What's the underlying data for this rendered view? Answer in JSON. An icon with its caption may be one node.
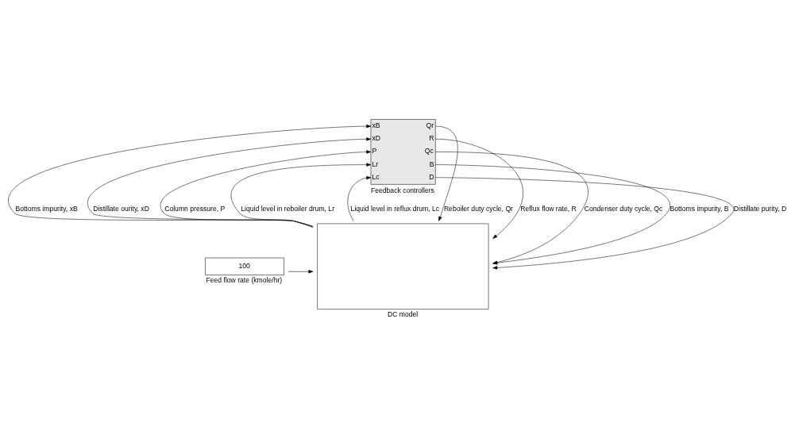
{
  "diagram": {
    "nodes": [
      {
        "text": [
          "xB",
          "xD",
          "P",
          "Lr",
          "Lc",
          "Qr",
          "R",
          "Qc",
          "B",
          "D",
          "Feedback controllers"
        ]
      },
      {
        "text": [
          "DC model"
        ]
      },
      {
        "text": [
          "100"
        ],
        "beside": [
          "Feed flow rate (kmole/hr)"
        ]
      }
    ],
    "edges": [
      {
        "from": 1,
        "to": 0,
        "arrow": "to",
        "label": "Bottoms impurity, xB"
      },
      {
        "from": 1,
        "to": 0,
        "arrow": "to",
        "label": "Distillate ourity, xD"
      },
      {
        "from": 1,
        "to": 0,
        "arrow": "to",
        "label": "Column pressure, P"
      },
      {
        "from": 1,
        "to": 0,
        "arrow": "to",
        "label": "Liquid level in reboiler drum, Lr"
      },
      {
        "from": 1,
        "to": 0,
        "arrow": "to",
        "label": "Liquid level in reflux drum, Lc"
      },
      {
        "from": 0,
        "to": 1,
        "arrow": "to",
        "label": "Reboiler duty cycle, Qr"
      },
      {
        "from": 0,
        "to": 1,
        "arrow": "to",
        "label": "Reflux flow rate, R"
      },
      {
        "from": 0,
        "to": 1,
        "arrow": "to",
        "label": "Condenser duty cycle, Qc"
      },
      {
        "from": 0,
        "to": 1,
        "arrow": "to",
        "label": "Bottoms impurity, B"
      },
      {
        "from": 0,
        "to": 1,
        "arrow": "to",
        "label": "Distillate purity, D"
      },
      {
        "from": 2,
        "to": 1,
        "arrow": "to"
      }
    ]
  }
}
